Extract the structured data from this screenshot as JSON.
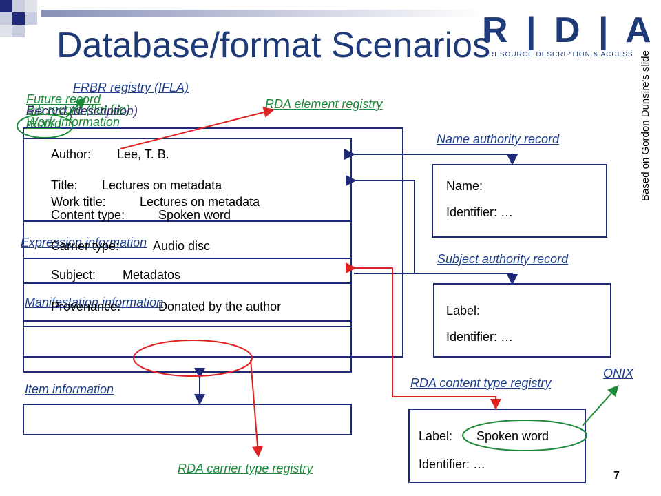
{
  "slide": {
    "title": "Database/format Scenarios",
    "side_note": "Based on Gordon Dunsire's slide",
    "page_number": "7",
    "logo": {
      "letters": "R | D | A",
      "tagline": "RESOURCE DESCRIPTION & ACCESS"
    }
  },
  "registries": {
    "frbr": "FRBR registry (IFLA)",
    "rda_element": "RDA element registry",
    "rda_content": "RDA content type registry",
    "rda_carrier": "RDA carrier type registry",
    "onix": "ONIX"
  },
  "record": {
    "overlap_labels": [
      "Future record",
      "Bib record (flat file)",
      "Work information",
      "Record (description)"
    ],
    "expression_label": "Expression information",
    "manifestation_label": "Manifestation information",
    "item_label": "Item information",
    "fields": {
      "author_label": "Author:",
      "author_value": "Lee, T. B.",
      "title_label": "Title:",
      "title_value": "Lectures on metadata",
      "worktitle_label": "Work title:",
      "worktitle_value": "Lectures on metadata",
      "contenttype_label": "Content type:",
      "contenttype_value": "Spoken word",
      "carriertype_label": "Carrier type:",
      "carriertype_value": "Audio disc",
      "subject_label": "Subject:",
      "subject_value": "Metadatos",
      "provenance_label": "Provenance:",
      "provenance_value": "Donated by the author"
    }
  },
  "name_authority": {
    "heading": "Name authority record",
    "name_label": "Name:",
    "identifier_label": "Identifier: …"
  },
  "subject_authority": {
    "heading": "Subject authority record",
    "label_label": "Label:",
    "identifier_label": "Identifier: …"
  },
  "content_type_record": {
    "label_label": "Label:",
    "label_value": "Spoken word",
    "identifier_label": "Identifier: …"
  },
  "colors": {
    "title": "#1e3a78",
    "box": "#1e2a78",
    "green_link": "#1d8a3a",
    "red_arrow": "#dd2222",
    "green_arrow": "#1d8a3a"
  }
}
